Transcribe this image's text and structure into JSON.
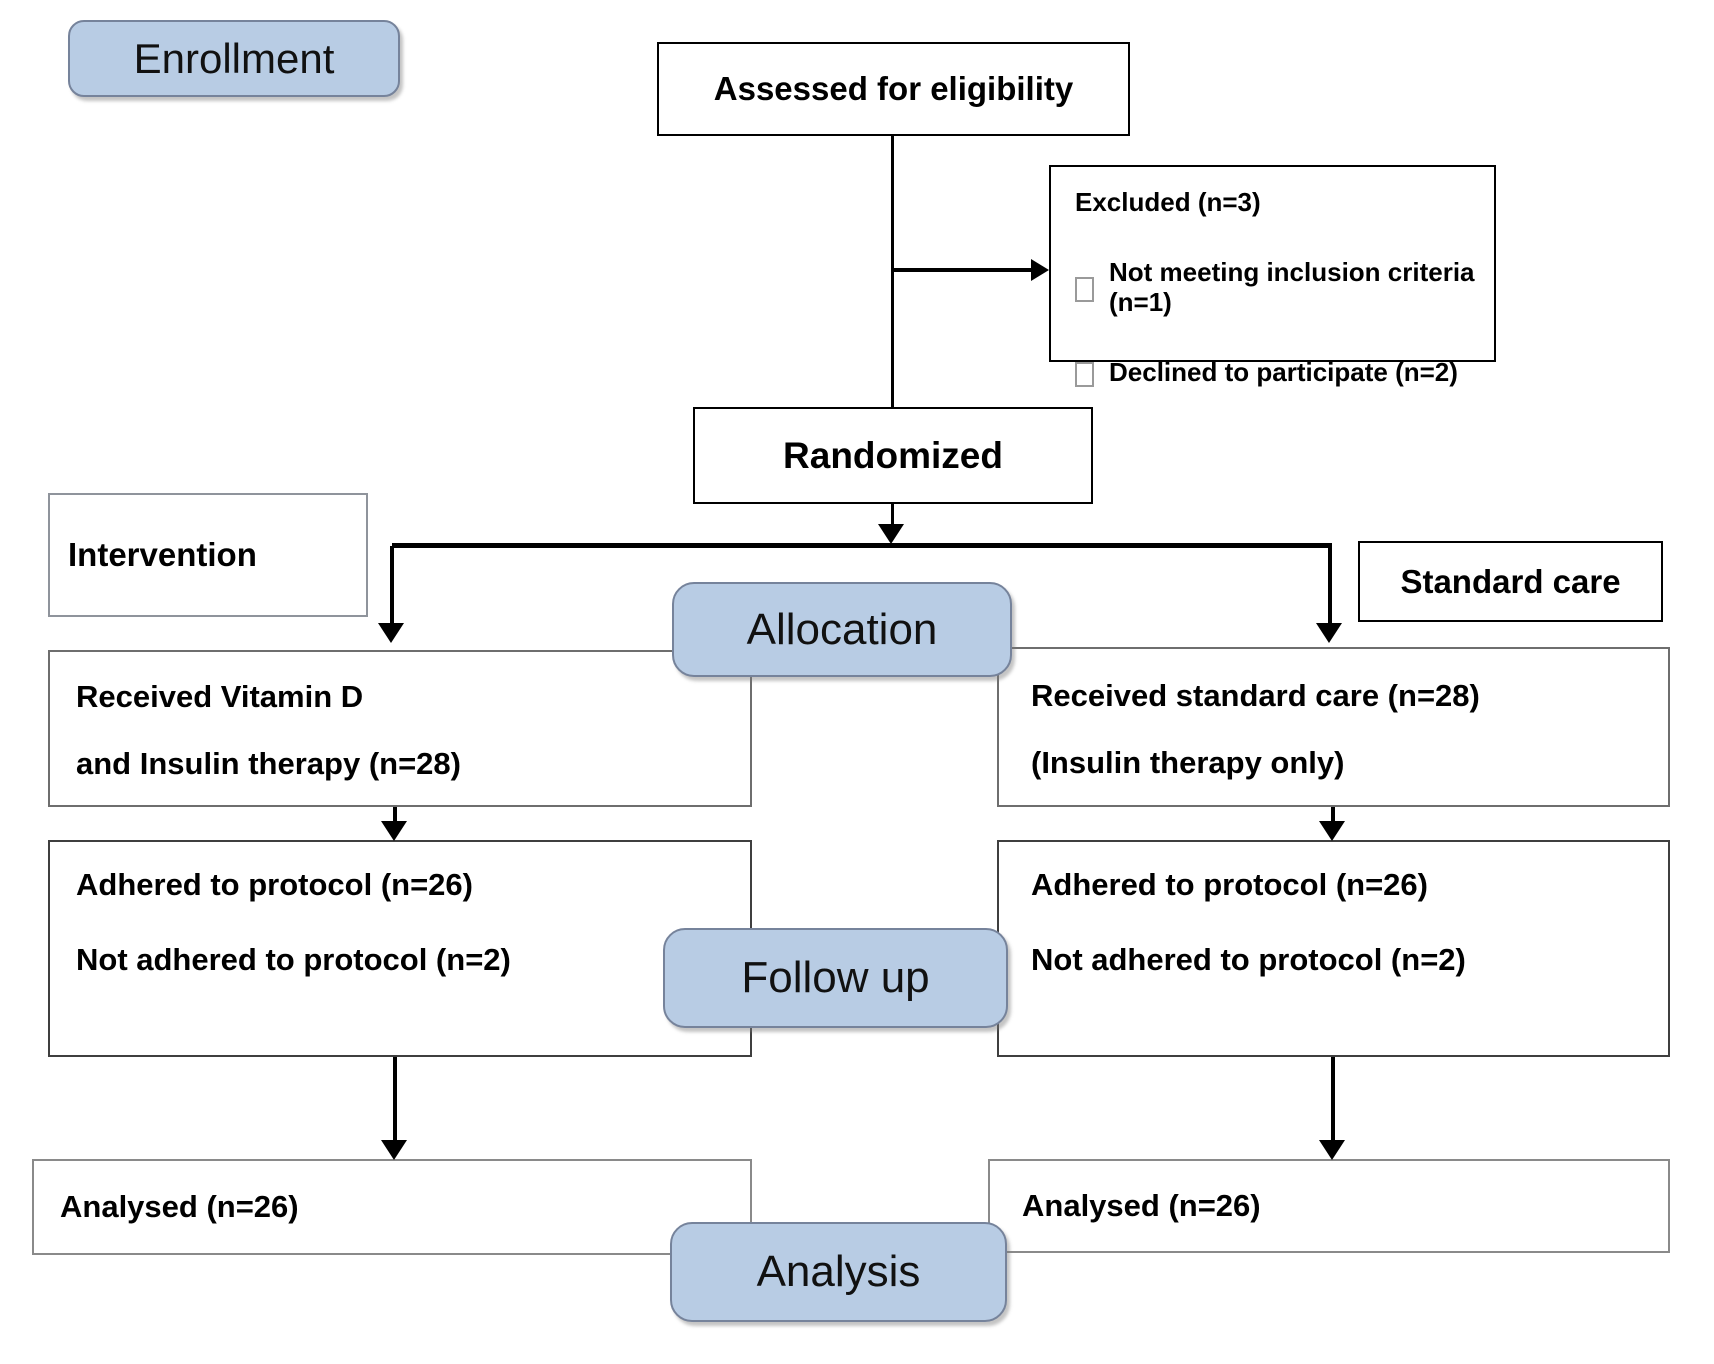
{
  "diagram_title": "CONSORT participant flow diagram",
  "colors": {
    "label_fill": "#b8cce4",
    "label_border": "#76839b",
    "box_border": "#000000",
    "connector": "#000000",
    "text": "#000000"
  },
  "labels": {
    "enrollment": "Enrollment",
    "allocation": "Allocation",
    "follow_up": "Follow up",
    "analysis": "Analysis"
  },
  "boxes": {
    "assessed": "Assessed for eligibility",
    "excluded": {
      "title": "Excluded (n=3)",
      "items": [
        "Not meeting inclusion criteria (n=1)",
        "Declined to participate (n=2)"
      ]
    },
    "randomized": "Randomized",
    "arm_left_label": "Intervention",
    "arm_right_label": "Standard care",
    "alloc_left": {
      "line1": "Received Vitamin D",
      "line2": "and Insulin therapy (n=28)"
    },
    "alloc_right": {
      "line1": "Received standard care (n=28)",
      "line2": "(Insulin therapy only)"
    },
    "followup_left": {
      "line1": "Adhered to protocol (n=26)",
      "line2": "Not adhered to protocol (n=2)"
    },
    "followup_right": {
      "line1": "Adhered to protocol (n=26)",
      "line2": "Not adhered to protocol (n=2)"
    },
    "analysed_left": "Analysed (n=26)",
    "analysed_right": "Analysed (n=26)"
  }
}
